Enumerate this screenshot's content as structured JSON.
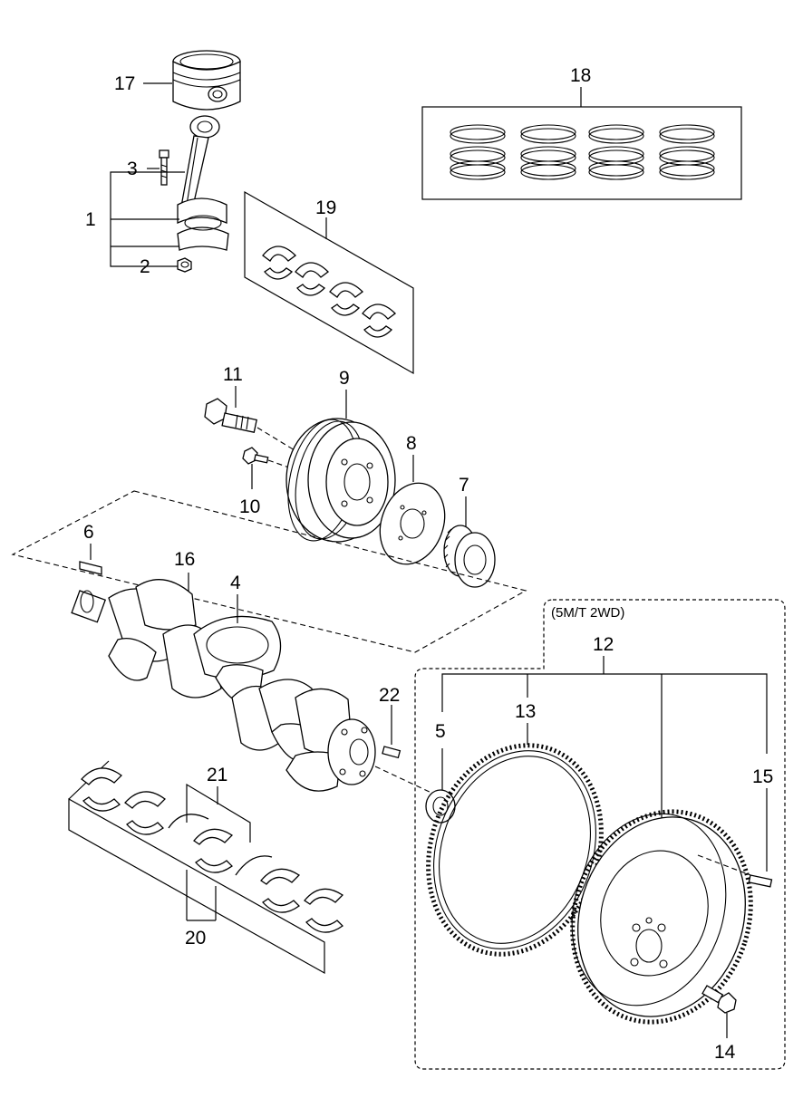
{
  "diagram": {
    "variant_label": "(5M/T 2WD)",
    "callouts": {
      "c1": "1",
      "c2": "2",
      "c3": "3",
      "c4": "4",
      "c5": "5",
      "c6": "6",
      "c7": "7",
      "c8": "8",
      "c9": "9",
      "c10": "10",
      "c11": "11",
      "c12": "12",
      "c13": "13",
      "c14": "14",
      "c15": "15",
      "c16": "16",
      "c17": "17",
      "c18": "18",
      "c19": "19",
      "c20": "20",
      "c21": "21",
      "c22": "22"
    }
  }
}
